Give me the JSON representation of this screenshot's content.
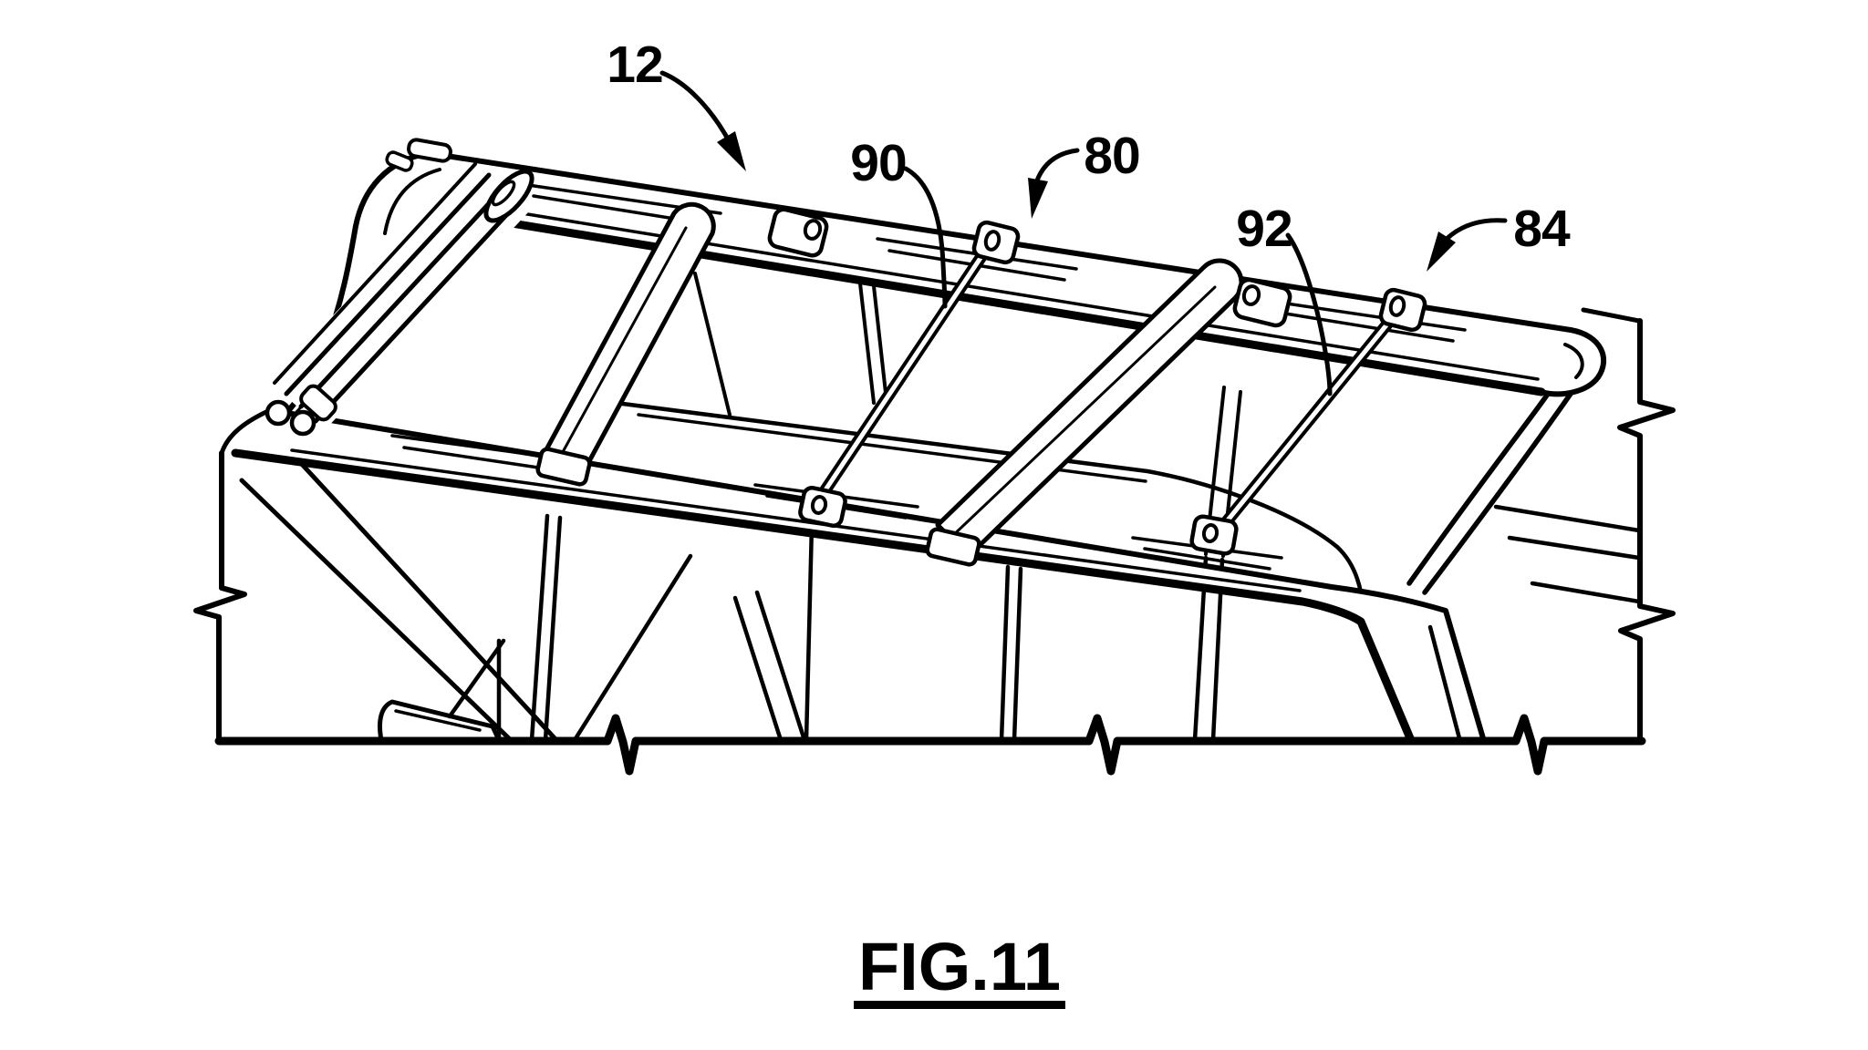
{
  "page": {
    "background": "#ffffff",
    "ink": "#000000"
  },
  "figure": {
    "caption": "FIG.11",
    "reference_numerals": [
      {
        "label": "12",
        "points_to": "roof-frame-assembly"
      },
      {
        "label": "90",
        "points_to": "first-support-rod"
      },
      {
        "label": "80",
        "points_to": "rail-mounting-bracket"
      },
      {
        "label": "92",
        "points_to": "second-support-rod"
      },
      {
        "label": "84",
        "points_to": "rear-roof-rail"
      }
    ]
  }
}
